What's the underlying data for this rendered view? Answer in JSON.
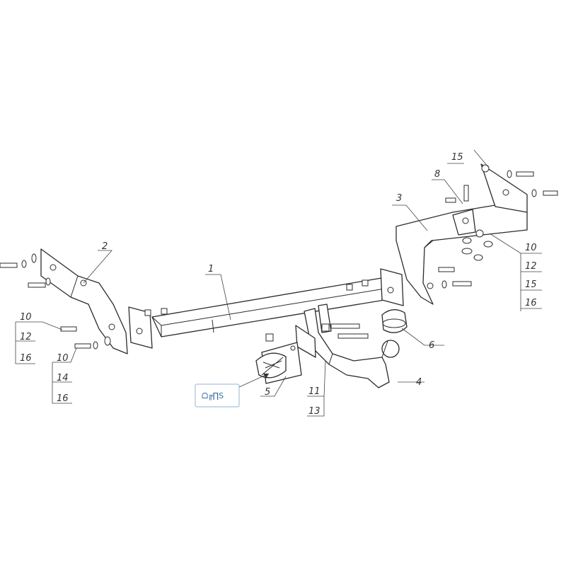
{
  "diagram": {
    "labels": {
      "l1": "1",
      "l2": "2",
      "l3": "3",
      "l4": "4",
      "l5": "5",
      "l6": "6",
      "l8": "8",
      "l15_top": "15",
      "l10_right": "10",
      "l12_right": "12",
      "l15_right": "15",
      "l16_right": "16",
      "l10_left_a": "10",
      "l12_left": "12",
      "l16_left_a": "16",
      "l10_left_b": "10",
      "l14_left": "14",
      "l16_left_b": "16",
      "l11": "11",
      "l13": "13"
    },
    "logo_text": "ᗝ╔∏S"
  }
}
